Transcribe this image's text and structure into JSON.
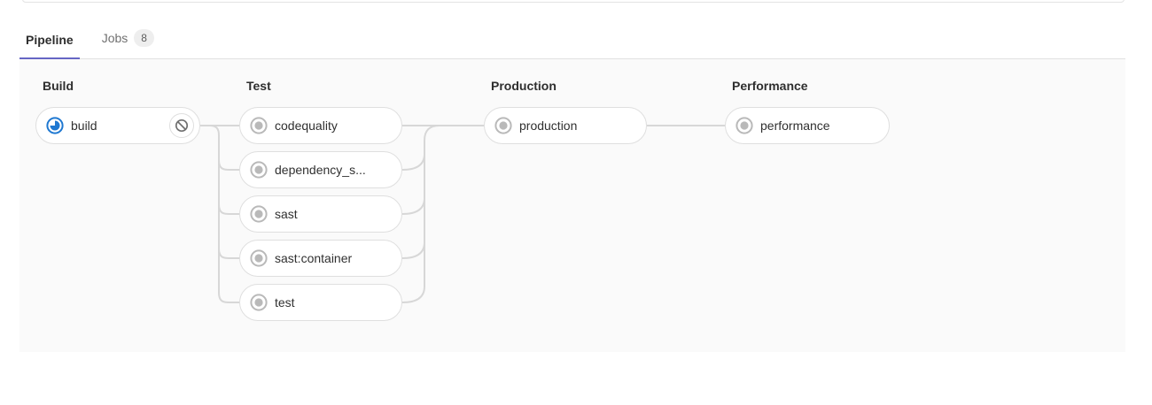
{
  "tabs": [
    {
      "label": "Pipeline",
      "active": true
    },
    {
      "label": "Jobs",
      "badge": "8",
      "active": false
    }
  ],
  "stages": [
    {
      "name": "Build",
      "jobs": [
        {
          "label": "build",
          "status": "running",
          "action": "cancel"
        }
      ]
    },
    {
      "name": "Test",
      "jobs": [
        {
          "label": "codequality",
          "status": "created"
        },
        {
          "label": "dependency_s...",
          "status": "created"
        },
        {
          "label": "sast",
          "status": "created"
        },
        {
          "label": "sast:container",
          "status": "created"
        },
        {
          "label": "test",
          "status": "created"
        }
      ]
    },
    {
      "name": "Production",
      "jobs": [
        {
          "label": "production",
          "status": "created"
        }
      ]
    },
    {
      "name": "Performance",
      "jobs": [
        {
          "label": "performance",
          "status": "created"
        }
      ]
    }
  ],
  "colors": {
    "active_tab_underline": "#6666c4",
    "running_status": "#1f78d1",
    "created_status": "#b9b9b9",
    "connector_line": "#d7d7d7",
    "graph_background": "#fafafa"
  }
}
